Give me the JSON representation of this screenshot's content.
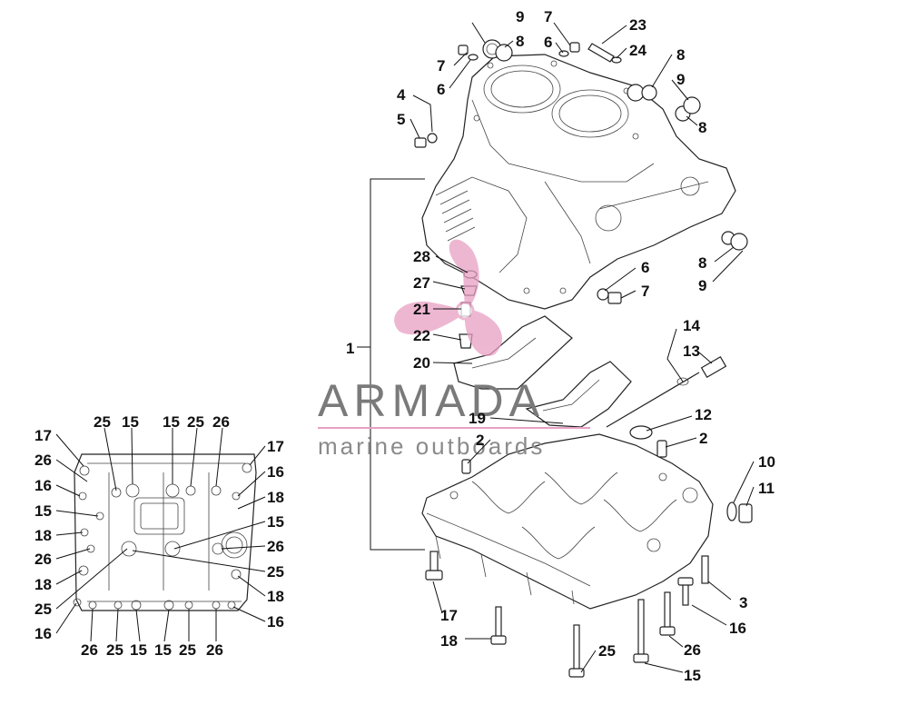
{
  "watermark": {
    "brand": "ARMADA",
    "tagline": "marine outboards",
    "accent_color": "#e8a0c4"
  },
  "callouts": {
    "c1": "1",
    "c2a": "2",
    "c2b": "2",
    "c3": "3",
    "c4": "4",
    "c5": "5",
    "c6a": "6",
    "c6b": "6",
    "c6c": "6",
    "c7a": "7",
    "c7b": "7",
    "c7c": "7",
    "c8a": "8",
    "c8b": "8",
    "c8c": "8",
    "c8d": "8",
    "c9a": "9",
    "c9b": "9",
    "c9c": "9",
    "c10": "10",
    "c11": "11",
    "c12": "12",
    "c13": "13",
    "c14": "14",
    "c15": "15",
    "c16": "16",
    "c17": "17",
    "c18": "18",
    "c19": "19",
    "c20": "20",
    "c21": "21",
    "c22": "22",
    "c23": "23",
    "c24": "24",
    "c25": "25",
    "c26": "26",
    "c27": "27",
    "c28": "28"
  },
  "inset_callouts": {
    "top": [
      "25",
      "15",
      "15",
      "25",
      "26"
    ],
    "left": [
      "17",
      "26",
      "16",
      "15",
      "18",
      "26",
      "18",
      "25",
      "16"
    ],
    "right": [
      "17",
      "16",
      "18",
      "15",
      "26",
      "25",
      "18",
      "16"
    ],
    "bottom": [
      "26",
      "25",
      "15",
      "15",
      "25",
      "26"
    ]
  }
}
